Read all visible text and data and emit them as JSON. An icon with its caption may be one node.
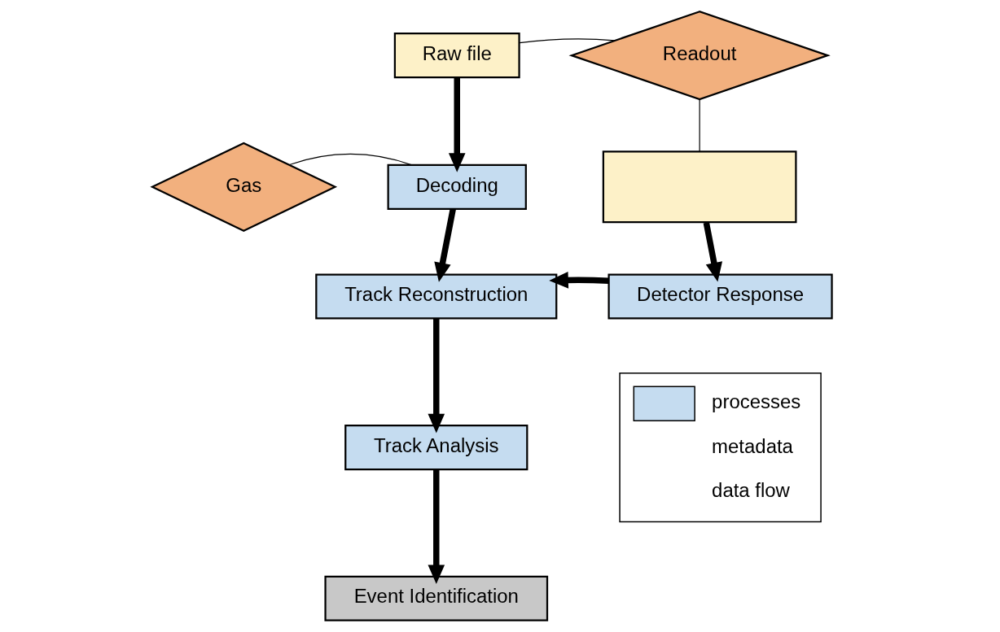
{
  "diagram": {
    "nodes": [
      {
        "text": [
          "Raw file"
        ]
      },
      {
        "text": [
          "Readout"
        ]
      },
      {
        "text": [
          "Gas"
        ]
      },
      {
        "text": [
          "Decoding"
        ]
      },
      {
        "text": [],
        "shape": "box"
      },
      {
        "text": [
          "Track Reconstruction"
        ]
      },
      {
        "text": [
          "Detector Response"
        ]
      },
      {
        "text": [
          "Track Analysis"
        ]
      },
      {
        "text": [
          "Event Identification"
        ]
      }
    ],
    "edges": [
      {
        "from": 0,
        "to": 1,
        "arrow": "none"
      },
      {
        "from": 0,
        "to": 3,
        "arrow": "to"
      },
      {
        "from": 2,
        "to": 3,
        "arrow": "none"
      },
      {
        "from": 1,
        "to": 4,
        "arrow": "none"
      },
      {
        "from": 3,
        "to": 5,
        "arrow": "to"
      },
      {
        "from": 4,
        "to": 6,
        "arrow": "to"
      },
      {
        "from": 6,
        "to": 5,
        "arrow": "to"
      },
      {
        "from": 5,
        "to": 7,
        "arrow": "to"
      },
      {
        "from": 7,
        "to": 8,
        "arrow": "to"
      }
    ],
    "legend": [
      {
        "text": "processes",
        "color": "#c5dcf0"
      },
      {
        "text": "metadata"
      },
      {
        "text": "data flow"
      }
    ]
  }
}
